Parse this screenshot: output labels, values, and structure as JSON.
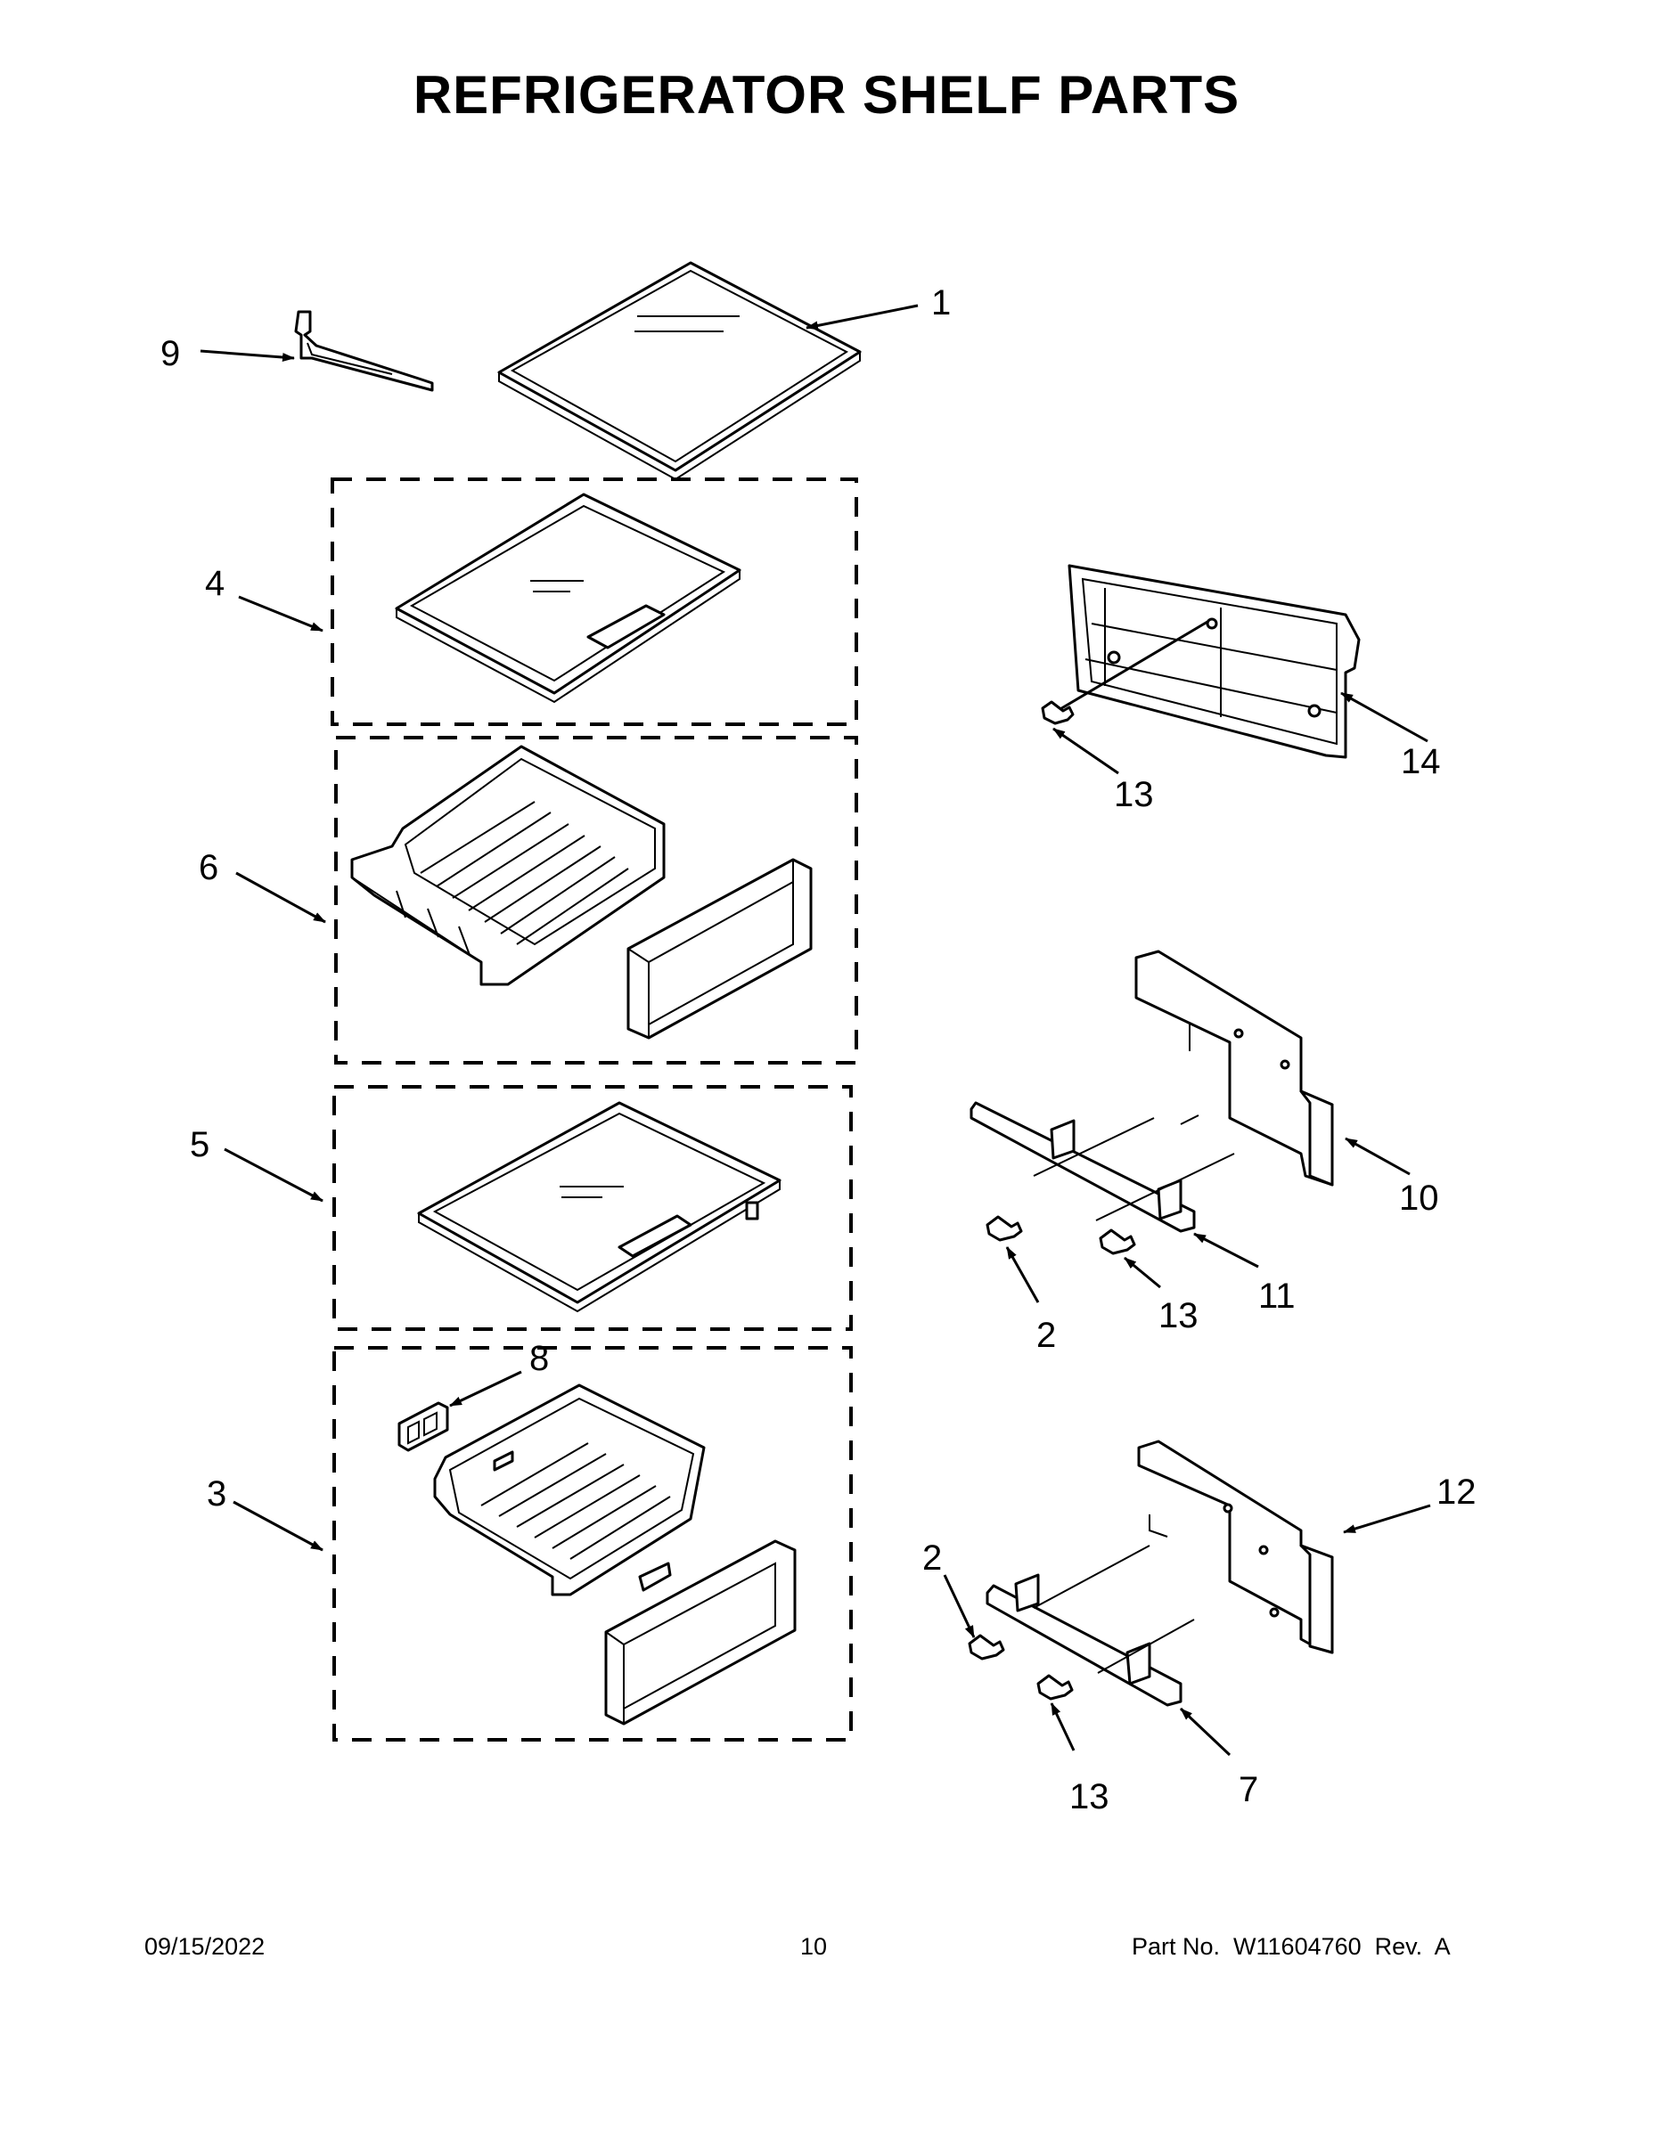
{
  "page": {
    "title": "REFRIGERATOR SHELF PARTS"
  },
  "callouts": [
    "1",
    "9",
    "4",
    "14",
    "13",
    "6",
    "10",
    "5",
    "11",
    "2",
    "13",
    "8",
    "3",
    "12",
    "2",
    "7",
    "13"
  ],
  "footer": {
    "date": "09/15/2022",
    "page_number": "10",
    "part_number": "Part No.  W11604760  Rev.  A"
  }
}
